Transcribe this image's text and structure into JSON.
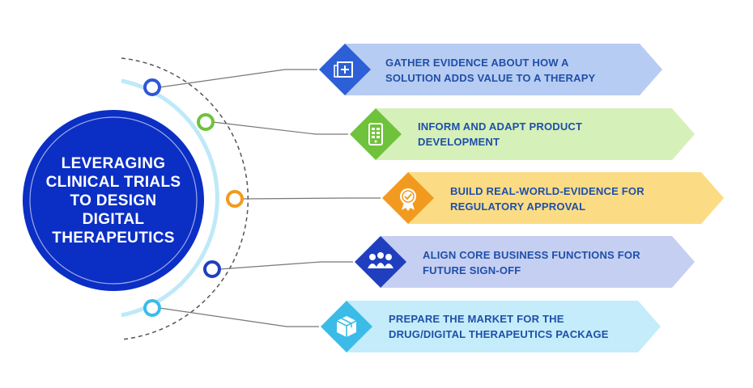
{
  "center": {
    "title": "LEVERAGING\nCLINICAL TRIALS\nTO DESIGN\nDIGITAL\nTHERAPEUTICS",
    "color": "#0b2fc4"
  },
  "items": [
    {
      "text": "GATHER EVIDENCE ABOUT HOW A\nSOLUTION ADDS VALUE TO A THERAPY",
      "icon": "medical-kit-icon",
      "banner_color": "#b7ccf2",
      "icon_color": "#2d5fd6",
      "ring_color": "#2f56d8"
    },
    {
      "text": "INFORM AND ADAPT PRODUCT\nDEVELOPMENT",
      "icon": "smartphone-icon",
      "banner_color": "#d5f0b9",
      "icon_color": "#6fc23b",
      "ring_color": "#6fc23b"
    },
    {
      "text": "BUILD REAL-WORLD-EVIDENCE FOR\nREGULATORY APPROVAL",
      "icon": "award-badge-icon",
      "banner_color": "#fbdc85",
      "icon_color": "#f29a1f",
      "ring_color": "#f29a1f"
    },
    {
      "text": "ALIGN CORE BUSINESS FUNCTIONS FOR\nFUTURE SIGN-OFF",
      "icon": "team-icon",
      "banner_color": "#c5cff2",
      "icon_color": "#1f3fbf",
      "ring_color": "#1f3fbf"
    },
    {
      "text": "PREPARE THE MARKET FOR THE\nDRUG/DIGITAL THERAPEUTICS PACKAGE",
      "icon": "package-box-icon",
      "banner_color": "#c4ecfa",
      "icon_color": "#3bbce8",
      "ring_color": "#3bbce8"
    }
  ]
}
